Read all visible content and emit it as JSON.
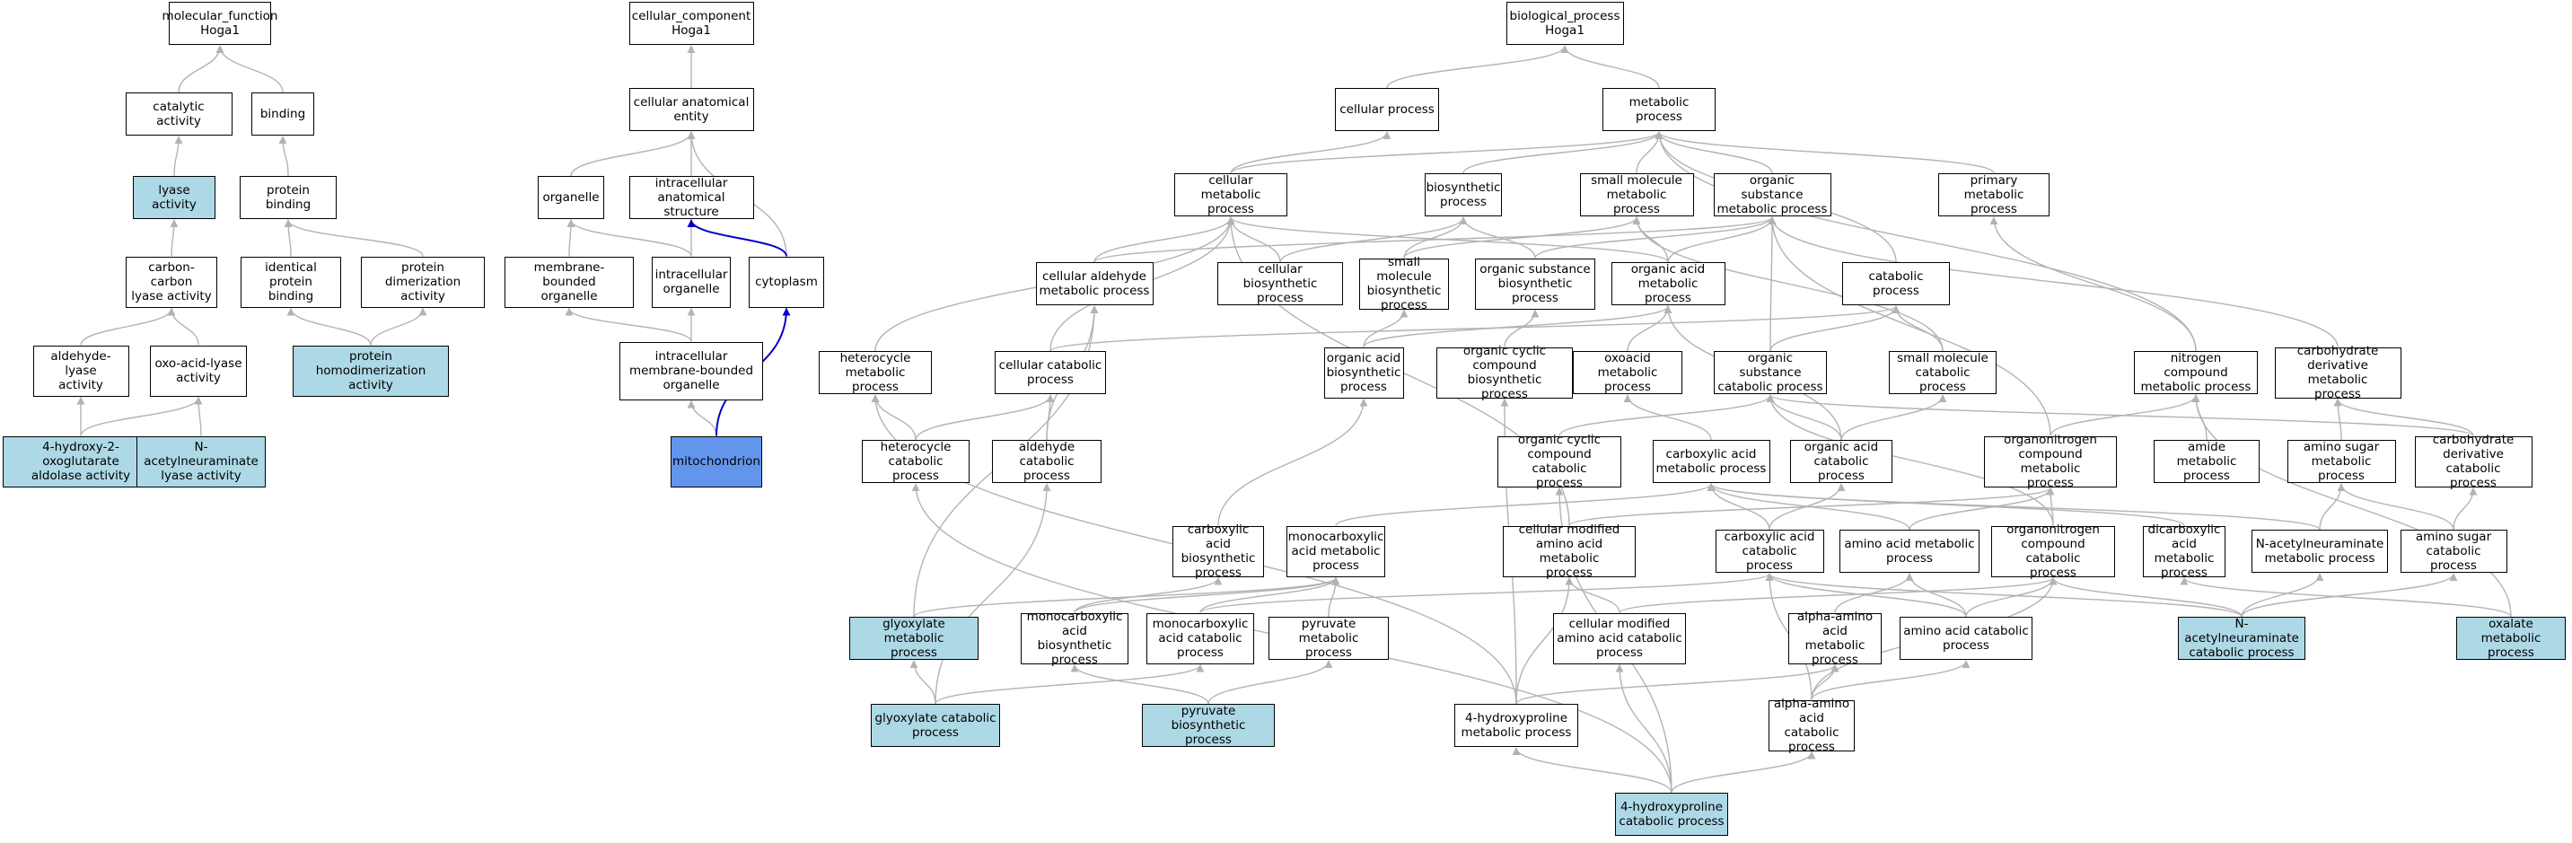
{
  "colors": {
    "default_fill": "#ffffff",
    "highlight_fill": "#add8e6",
    "focus_fill": "#6495ed",
    "edge": "#b3b3b3",
    "focus_edge": "#0000cc"
  },
  "nodes": {
    "mf_root": {
      "label": "molecular_function\nHoga1",
      "fill": "default"
    },
    "catalytic": {
      "label": "catalytic activity",
      "fill": "default"
    },
    "binding": {
      "label": "binding",
      "fill": "default"
    },
    "lyase": {
      "label": "lyase activity",
      "fill": "highlight"
    },
    "protein_binding": {
      "label": "protein binding",
      "fill": "default"
    },
    "cc_lyase": {
      "label": "carbon-carbon\nlyase activity",
      "fill": "default"
    },
    "identical_pb": {
      "label": "identical protein\nbinding",
      "fill": "default"
    },
    "prot_dimer": {
      "label": "protein dimerization\nactivity",
      "fill": "default"
    },
    "aldehyde_lyase": {
      "label": "aldehyde-lyase\nactivity",
      "fill": "default"
    },
    "oxo_acid_lyase": {
      "label": "oxo-acid-lyase\nactivity",
      "fill": "default"
    },
    "prot_homodimer": {
      "label": "protein homodimerization\nactivity",
      "fill": "highlight"
    },
    "hoga_aldolase": {
      "label": "4-hydroxy-2-oxoglutarate\naldolase activity",
      "fill": "highlight"
    },
    "nacetyl_lyase": {
      "label": "N-acetylneuraminate\nlyase activity",
      "fill": "highlight"
    },
    "cc_root": {
      "label": "cellular_component\nHoga1",
      "fill": "default"
    },
    "cell_anat": {
      "label": "cellular anatomical\nentity",
      "fill": "default"
    },
    "organelle": {
      "label": "organelle",
      "fill": "default"
    },
    "intra_anat": {
      "label": "intracellular\nanatomical structure",
      "fill": "default"
    },
    "membrane_org": {
      "label": "membrane-bounded\norganelle",
      "fill": "default"
    },
    "intra_org": {
      "label": "intracellular\norganelle",
      "fill": "default"
    },
    "cytoplasm": {
      "label": "cytoplasm",
      "fill": "default"
    },
    "intra_membrane_org": {
      "label": "intracellular\nmembrane-bounded\norganelle",
      "fill": "default"
    },
    "mitochondrion": {
      "label": "mitochondrion",
      "fill": "focus"
    },
    "bp_root": {
      "label": "biological_process\nHoga1",
      "fill": "default"
    },
    "cellular_process": {
      "label": "cellular process",
      "fill": "default"
    },
    "metabolic": {
      "label": "metabolic process",
      "fill": "default"
    },
    "cell_metab": {
      "label": "cellular metabolic\nprocess",
      "fill": "default"
    },
    "biosynthetic": {
      "label": "biosynthetic\nprocess",
      "fill": "default"
    },
    "small_mol_metab": {
      "label": "small molecule\nmetabolic process",
      "fill": "default"
    },
    "org_sub_metab": {
      "label": "organic substance\nmetabolic process",
      "fill": "default"
    },
    "primary_metab": {
      "label": "primary metabolic\nprocess",
      "fill": "default"
    },
    "cell_aldehyde": {
      "label": "cellular aldehyde\nmetabolic process",
      "fill": "default"
    },
    "cell_biosyn": {
      "label": "cellular biosynthetic\nprocess",
      "fill": "default"
    },
    "small_mol_biosyn": {
      "label": "small molecule\nbiosynthetic\nprocess",
      "fill": "default"
    },
    "org_sub_biosyn": {
      "label": "organic substance\nbiosynthetic\nprocess",
      "fill": "default"
    },
    "org_acid_metab": {
      "label": "organic acid\nmetabolic process",
      "fill": "default"
    },
    "catabolic": {
      "label": "catabolic process",
      "fill": "default"
    },
    "heterocycle_metab": {
      "label": "heterocycle\nmetabolic process",
      "fill": "default"
    },
    "cell_catab": {
      "label": "cellular catabolic\nprocess",
      "fill": "default"
    },
    "org_acid_biosyn": {
      "label": "organic acid\nbiosynthetic\nprocess",
      "fill": "default"
    },
    "org_cyclic_biosyn": {
      "label": "organic cyclic\ncompound biosynthetic\nprocess",
      "fill": "default"
    },
    "oxoacid_metab": {
      "label": "oxoacid metabolic\nprocess",
      "fill": "default"
    },
    "org_sub_catab": {
      "label": "organic substance\ncatabolic process",
      "fill": "default"
    },
    "small_mol_catab": {
      "label": "small molecule\ncatabolic process",
      "fill": "default"
    },
    "nitrogen_metab": {
      "label": "nitrogen compound\nmetabolic process",
      "fill": "default"
    },
    "carb_deriv_metab": {
      "label": "carbohydrate\nderivative metabolic\nprocess",
      "fill": "default"
    },
    "heterocycle_catab": {
      "label": "heterocycle\ncatabolic process",
      "fill": "default"
    },
    "aldehyde_catab": {
      "label": "aldehyde catabolic\nprocess",
      "fill": "default"
    },
    "org_cyclic_catab": {
      "label": "organic cyclic\ncompound catabolic\nprocess",
      "fill": "default"
    },
    "carboxylic_metab": {
      "label": "carboxylic acid\nmetabolic process",
      "fill": "default"
    },
    "org_acid_catab": {
      "label": "organic acid\ncatabolic process",
      "fill": "default"
    },
    "organonitrogen_metab": {
      "label": "organonitrogen\ncompound metabolic\nprocess",
      "fill": "default"
    },
    "amide_metab": {
      "label": "amide metabolic\nprocess",
      "fill": "default"
    },
    "amino_sugar_metab": {
      "label": "amino sugar\nmetabolic process",
      "fill": "default"
    },
    "carb_deriv_catab": {
      "label": "carbohydrate\nderivative catabolic\nprocess",
      "fill": "default"
    },
    "carboxylic_biosyn": {
      "label": "carboxylic acid\nbiosynthetic\nprocess",
      "fill": "default"
    },
    "monocarb_metab": {
      "label": "monocarboxylic\nacid metabolic\nprocess",
      "fill": "default"
    },
    "cell_mod_aa_metab": {
      "label": "cellular modified\namino acid metabolic\nprocess",
      "fill": "default"
    },
    "carboxylic_catab": {
      "label": "carboxylic acid\ncatabolic process",
      "fill": "default"
    },
    "aa_metab": {
      "label": "amino acid metabolic\nprocess",
      "fill": "default"
    },
    "organonitrogen_catab": {
      "label": "organonitrogen\ncompound catabolic\nprocess",
      "fill": "default"
    },
    "dicarboxylic_metab": {
      "label": "dicarboxylic\nacid metabolic\nprocess",
      "fill": "default"
    },
    "nacetyl_metab": {
      "label": "N-acetylneuraminate\nmetabolic process",
      "fill": "default"
    },
    "amino_sugar_catab": {
      "label": "amino sugar\ncatabolic process",
      "fill": "default"
    },
    "glyoxylate_metab": {
      "label": "glyoxylate metabolic\nprocess",
      "fill": "highlight"
    },
    "monocarb_biosyn": {
      "label": "monocarboxylic\nacid biosynthetic\nprocess",
      "fill": "default"
    },
    "monocarb_catab": {
      "label": "monocarboxylic\nacid catabolic\nprocess",
      "fill": "default"
    },
    "pyruvate_metab": {
      "label": "pyruvate metabolic\nprocess",
      "fill": "default"
    },
    "cell_mod_aa_catab": {
      "label": "cellular modified\namino acid catabolic\nprocess",
      "fill": "default"
    },
    "alpha_aa_metab": {
      "label": "alpha-amino\nacid metabolic\nprocess",
      "fill": "default"
    },
    "aa_catab": {
      "label": "amino acid catabolic\nprocess",
      "fill": "default"
    },
    "nacetyl_catab": {
      "label": "N-acetylneuraminate\ncatabolic process",
      "fill": "highlight"
    },
    "oxalate_metab": {
      "label": "oxalate metabolic\nprocess",
      "fill": "highlight"
    },
    "glyoxylate_catab": {
      "label": "glyoxylate catabolic\nprocess",
      "fill": "highlight"
    },
    "pyruvate_biosyn": {
      "label": "pyruvate biosynthetic\nprocess",
      "fill": "highlight"
    },
    "hydroxyproline_metab": {
      "label": "4-hydroxyproline\nmetabolic process",
      "fill": "default"
    },
    "alpha_aa_catab": {
      "label": "alpha-amino\nacid catabolic\nprocess",
      "fill": "default"
    },
    "hydroxyproline_catab": {
      "label": "4-hydroxyproline\ncatabolic process",
      "fill": "highlight"
    }
  },
  "edges": [
    [
      "catalytic",
      "mf_root"
    ],
    [
      "binding",
      "mf_root"
    ],
    [
      "lyase",
      "catalytic"
    ],
    [
      "protein_binding",
      "binding"
    ],
    [
      "cc_lyase",
      "lyase"
    ],
    [
      "identical_pb",
      "protein_binding"
    ],
    [
      "prot_dimer",
      "protein_binding"
    ],
    [
      "aldehyde_lyase",
      "cc_lyase"
    ],
    [
      "oxo_acid_lyase",
      "cc_lyase"
    ],
    [
      "prot_homodimer",
      "identical_pb"
    ],
    [
      "prot_homodimer",
      "prot_dimer"
    ],
    [
      "hoga_aldolase",
      "aldehyde_lyase"
    ],
    [
      "hoga_aldolase",
      "oxo_acid_lyase"
    ],
    [
      "nacetyl_lyase",
      "oxo_acid_lyase"
    ],
    [
      "cell_anat",
      "cc_root"
    ],
    [
      "organelle",
      "cell_anat"
    ],
    [
      "intra_anat",
      "cell_anat"
    ],
    [
      "cytoplasm",
      "cell_anat"
    ],
    [
      "membrane_org",
      "organelle"
    ],
    [
      "intra_org",
      "organelle"
    ],
    [
      "intra_org",
      "intra_anat"
    ],
    [
      "cytoplasm",
      "intra_anat",
      "focus"
    ],
    [
      "intra_membrane_org",
      "membrane_org"
    ],
    [
      "intra_membrane_org",
      "intra_org"
    ],
    [
      "mitochondrion",
      "intra_membrane_org"
    ],
    [
      "mitochondrion",
      "cytoplasm",
      "focus"
    ],
    [
      "cellular_process",
      "bp_root"
    ],
    [
      "metabolic",
      "bp_root"
    ],
    [
      "cell_metab",
      "cellular_process"
    ],
    [
      "cell_metab",
      "metabolic"
    ],
    [
      "biosynthetic",
      "metabolic"
    ],
    [
      "small_mol_metab",
      "metabolic"
    ],
    [
      "org_sub_metab",
      "metabolic"
    ],
    [
      "primary_metab",
      "metabolic"
    ],
    [
      "catabolic",
      "metabolic"
    ],
    [
      "nitrogen_metab",
      "metabolic"
    ],
    [
      "cell_aldehyde",
      "cell_metab"
    ],
    [
      "cell_biosyn",
      "cell_metab"
    ],
    [
      "cell_biosyn",
      "biosynthetic"
    ],
    [
      "small_mol_biosyn",
      "biosynthetic"
    ],
    [
      "small_mol_biosyn",
      "small_mol_metab"
    ],
    [
      "org_sub_biosyn",
      "biosynthetic"
    ],
    [
      "org_sub_biosyn",
      "org_sub_metab"
    ],
    [
      "org_acid_metab",
      "small_mol_metab"
    ],
    [
      "org_acid_metab",
      "org_sub_metab"
    ],
    [
      "cell_aldehyde",
      "org_sub_metab"
    ],
    [
      "org_acid_metab",
      "cell_metab"
    ],
    [
      "heterocycle_metab",
      "cell_metab"
    ],
    [
      "cell_catab",
      "cell_metab"
    ],
    [
      "cell_catab",
      "catabolic"
    ],
    [
      "org_acid_biosyn",
      "small_mol_biosyn"
    ],
    [
      "org_acid_biosyn",
      "org_acid_metab"
    ],
    [
      "org_cyclic_biosyn",
      "org_sub_biosyn"
    ],
    [
      "oxoacid_metab",
      "org_acid_metab"
    ],
    [
      "org_sub_catab",
      "catabolic"
    ],
    [
      "org_sub_catab",
      "org_sub_metab"
    ],
    [
      "small_mol_catab",
      "catabolic"
    ],
    [
      "small_mol_catab",
      "small_mol_metab"
    ],
    [
      "nitrogen_metab",
      "primary_metab"
    ],
    [
      "carb_deriv_metab",
      "org_sub_metab"
    ],
    [
      "heterocycle_catab",
      "heterocycle_metab"
    ],
    [
      "heterocycle_catab",
      "cell_catab"
    ],
    [
      "aldehyde_catab",
      "cell_aldehyde"
    ],
    [
      "aldehyde_catab",
      "cell_catab"
    ],
    [
      "org_cyclic_catab",
      "org_sub_catab"
    ],
    [
      "carboxylic_metab",
      "oxoacid_metab"
    ],
    [
      "org_acid_catab",
      "org_acid_metab"
    ],
    [
      "org_acid_catab",
      "small_mol_catab"
    ],
    [
      "org_acid_catab",
      "org_sub_catab"
    ],
    [
      "organonitrogen_metab",
      "nitrogen_metab"
    ],
    [
      "organonitrogen_metab",
      "org_sub_metab"
    ],
    [
      "amide_metab",
      "nitrogen_metab"
    ],
    [
      "amino_sugar_metab",
      "carb_deriv_metab"
    ],
    [
      "carb_deriv_catab",
      "carb_deriv_metab"
    ],
    [
      "carb_deriv_catab",
      "org_sub_catab"
    ],
    [
      "carboxylic_biosyn",
      "org_acid_biosyn"
    ],
    [
      "monocarb_metab",
      "carboxylic_metab"
    ],
    [
      "cell_mod_aa_metab",
      "cell_metab"
    ],
    [
      "carboxylic_catab",
      "carboxylic_metab"
    ],
    [
      "carboxylic_catab",
      "org_acid_catab"
    ],
    [
      "aa_metab",
      "carboxylic_metab"
    ],
    [
      "aa_metab",
      "organonitrogen_metab"
    ],
    [
      "organonitrogen_catab",
      "organonitrogen_metab"
    ],
    [
      "organonitrogen_catab",
      "org_sub_catab"
    ],
    [
      "dicarboxylic_metab",
      "carboxylic_metab"
    ],
    [
      "nacetyl_metab",
      "amino_sugar_metab"
    ],
    [
      "nacetyl_metab",
      "carboxylic_metab"
    ],
    [
      "amino_sugar_catab",
      "amino_sugar_metab"
    ],
    [
      "amino_sugar_catab",
      "carb_deriv_catab"
    ],
    [
      "cell_mod_aa_metab",
      "organonitrogen_metab"
    ],
    [
      "glyoxylate_metab",
      "cell_aldehyde"
    ],
    [
      "glyoxylate_metab",
      "monocarb_metab"
    ],
    [
      "monocarb_biosyn",
      "carboxylic_biosyn"
    ],
    [
      "monocarb_biosyn",
      "monocarb_metab"
    ],
    [
      "monocarb_catab",
      "monocarb_metab"
    ],
    [
      "monocarb_catab",
      "carboxylic_catab"
    ],
    [
      "pyruvate_metab",
      "monocarb_metab"
    ],
    [
      "cell_mod_aa_catab",
      "cell_mod_aa_metab"
    ],
    [
      "cell_mod_aa_catab",
      "organonitrogen_catab"
    ],
    [
      "alpha_aa_metab",
      "aa_metab"
    ],
    [
      "aa_catab",
      "aa_metab"
    ],
    [
      "aa_catab",
      "carboxylic_catab"
    ],
    [
      "aa_catab",
      "organonitrogen_catab"
    ],
    [
      "nacetyl_catab",
      "nacetyl_metab"
    ],
    [
      "nacetyl_catab",
      "carboxylic_catab"
    ],
    [
      "nacetyl_catab",
      "amino_sugar_catab"
    ],
    [
      "nacetyl_catab",
      "organonitrogen_catab"
    ],
    [
      "oxalate_metab",
      "dicarboxylic_metab"
    ],
    [
      "oxalate_metab",
      "nitrogen_metab"
    ],
    [
      "glyoxylate_catab",
      "glyoxylate_metab"
    ],
    [
      "glyoxylate_catab",
      "monocarb_catab"
    ],
    [
      "glyoxylate_catab",
      "aldehyde_catab"
    ],
    [
      "pyruvate_biosyn",
      "monocarb_biosyn"
    ],
    [
      "pyruvate_biosyn",
      "pyruvate_metab"
    ],
    [
      "hydroxyproline_metab",
      "cell_mod_aa_metab"
    ],
    [
      "hydroxyproline_metab",
      "alpha_aa_metab"
    ],
    [
      "hydroxyproline_metab",
      "heterocycle_metab"
    ],
    [
      "hydroxyproline_metab",
      "org_cyclic_biosyn"
    ],
    [
      "alpha_aa_catab",
      "alpha_aa_metab"
    ],
    [
      "alpha_aa_catab",
      "aa_catab"
    ],
    [
      "alpha_aa_catab",
      "carboxylic_catab"
    ],
    [
      "alpha_aa_catab",
      "organonitrogen_catab"
    ],
    [
      "hydroxyproline_catab",
      "hydroxyproline_metab"
    ],
    [
      "hydroxyproline_catab",
      "alpha_aa_catab"
    ],
    [
      "hydroxyproline_catab",
      "cell_mod_aa_catab"
    ],
    [
      "hydroxyproline_catab",
      "heterocycle_catab"
    ],
    [
      "hydroxyproline_catab",
      "org_cyclic_catab"
    ]
  ]
}
